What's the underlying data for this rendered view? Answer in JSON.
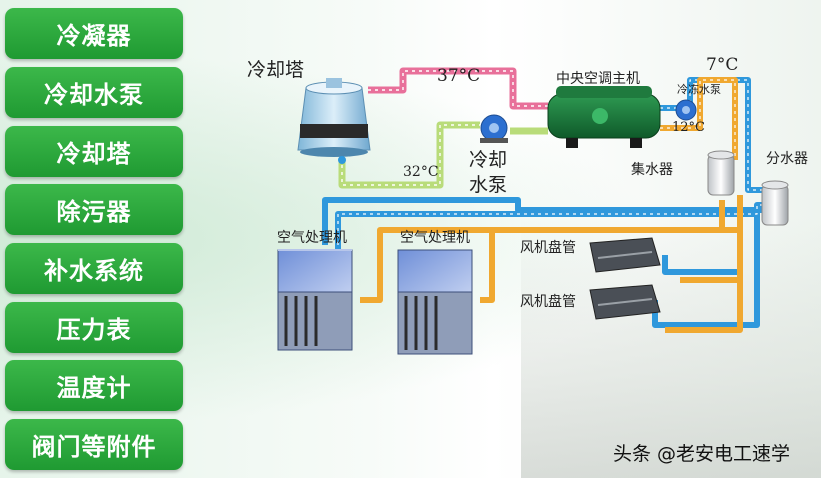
{
  "sidebar": {
    "items": [
      "冷凝器",
      "冷却水泵",
      "冷却塔",
      "除污器",
      "补水系统",
      "压力表",
      "温度计",
      "阀门等附件"
    ]
  },
  "diagram": {
    "cooling_tower": "冷却塔",
    "temp_37": "37°C",
    "chiller": "中央空调主机",
    "temp_7": "7°C",
    "chilled_pump": "冷冻水泵",
    "temp_12": "12°C",
    "cooling_pump_line1": "冷却",
    "cooling_pump_line2": "水泵",
    "temp_32": "32°C",
    "water_collector": "集水器",
    "water_distributor": "分水器",
    "ahu1": "空气处理机",
    "ahu2": "空气处理机",
    "fcu1": "风机盘管",
    "fcu2": "风机盘管"
  },
  "watermark": "头条 @老安电工速学",
  "colors": {
    "button": "#2aa83c",
    "hot_pipe": "#e8709a",
    "warm_pipe": "#b9dc7a",
    "chilled_pipe": "#2f98dc",
    "return_pipe": "#f0a830"
  }
}
